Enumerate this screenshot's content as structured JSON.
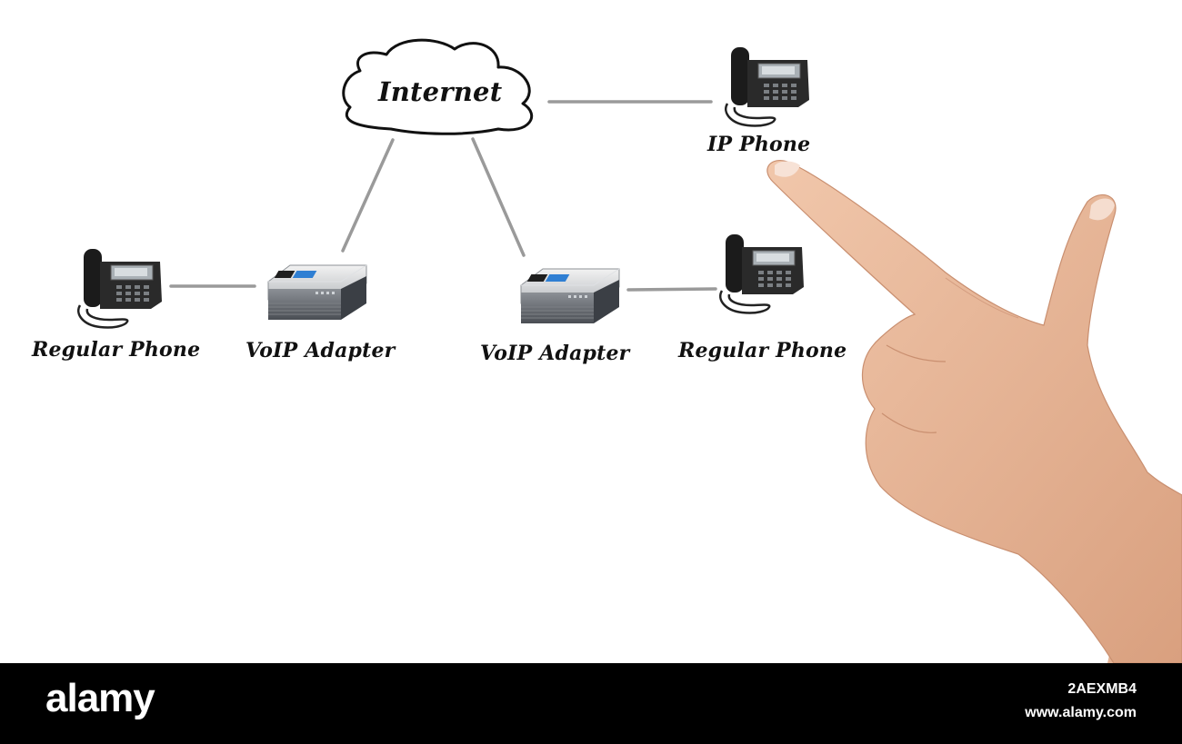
{
  "diagram": {
    "cloud_label": "Internet",
    "ip_phone_label": "IP Phone",
    "regular_phone_left_label": "Regular Phone",
    "voip_adapter_left_label": "VoIP Adapter",
    "voip_adapter_right_label": "VoIP Adapter",
    "regular_phone_right_label": "Regular Phone",
    "connector_color": "#9a9a9a",
    "skin_color": "#e9b99b"
  },
  "watermark": {
    "brand": "alamy",
    "image_id": "2AEXMB4",
    "site": "www.alamy.com"
  }
}
